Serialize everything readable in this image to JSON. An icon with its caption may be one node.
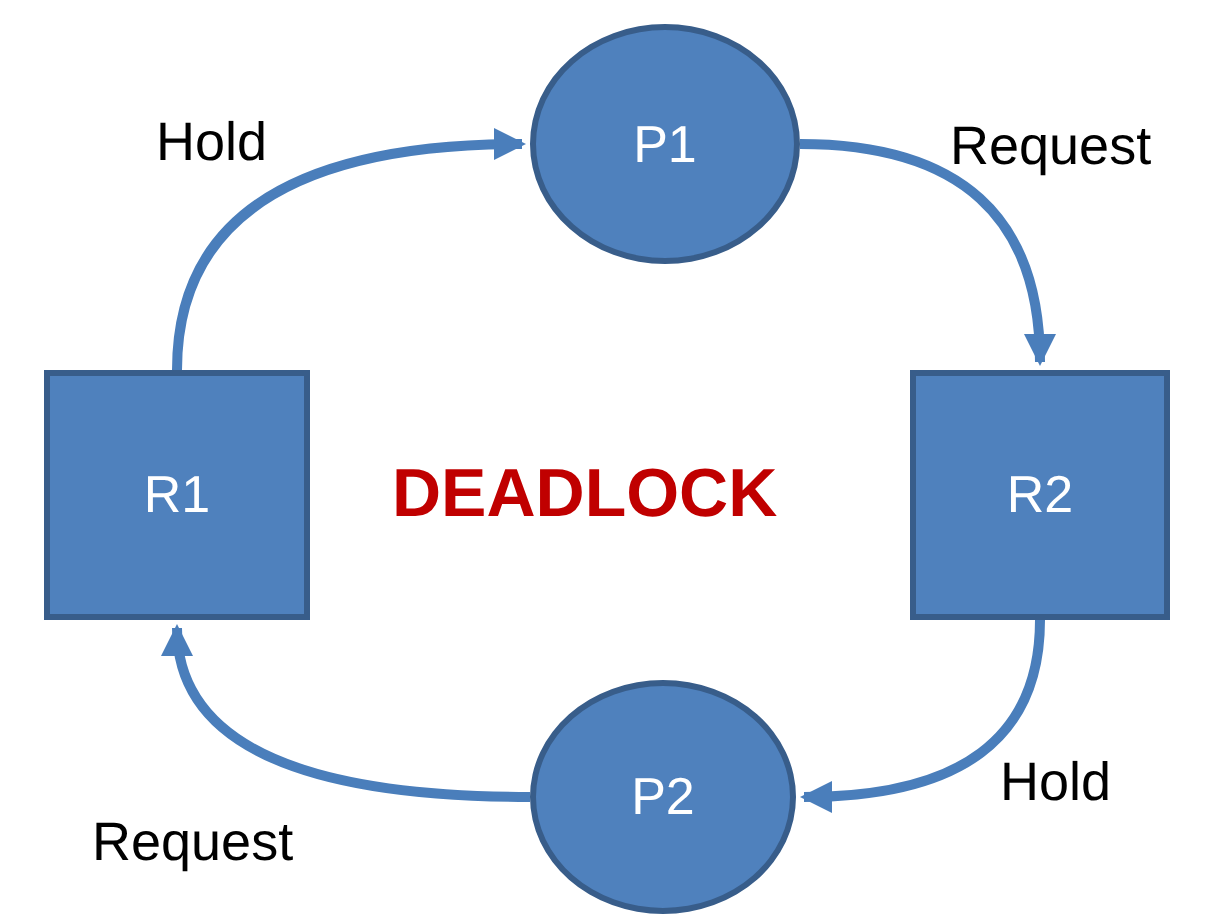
{
  "diagram": {
    "nodes": [
      {
        "text": [
          "P1"
        ]
      },
      {
        "text": [
          "R2"
        ]
      },
      {
        "text": [
          "P2"
        ]
      },
      {
        "text": [
          "R1"
        ]
      }
    ],
    "edges": [
      {
        "from": 3,
        "to": 0,
        "arrow": "to",
        "label": "Hold"
      },
      {
        "from": 0,
        "to": 1,
        "arrow": "to",
        "label": "Request"
      },
      {
        "from": 1,
        "to": 2,
        "arrow": "to",
        "label": "Hold"
      },
      {
        "from": 2,
        "to": 3,
        "arrow": "to",
        "label": "Request"
      }
    ],
    "labels": [
      "DEADLOCK"
    ]
  }
}
